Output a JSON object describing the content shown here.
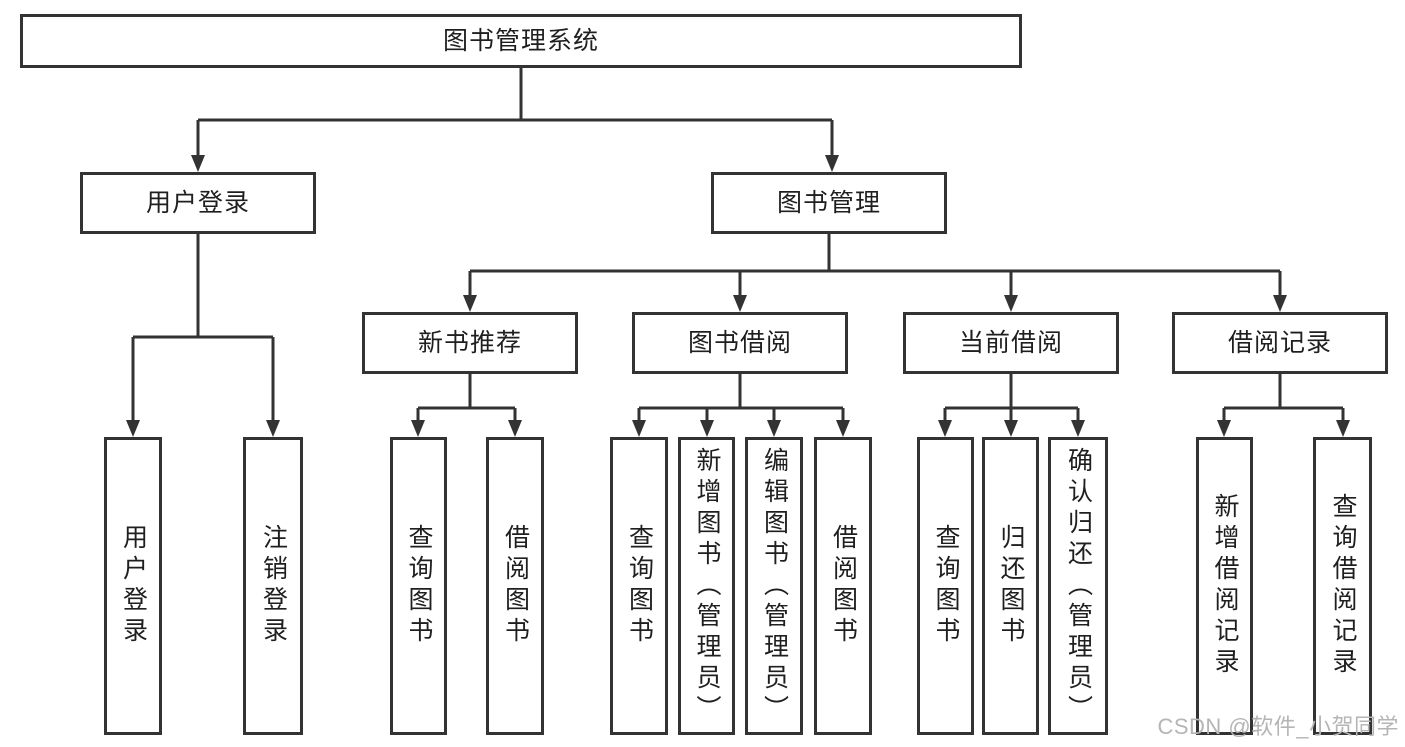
{
  "diagram": {
    "title": "图书管理系统",
    "branches": [
      {
        "label": "用户登录",
        "children": [
          {
            "label": "用户登录"
          },
          {
            "label": "注销登录"
          }
        ]
      },
      {
        "label": "图书管理",
        "children": [
          {
            "label": "新书推荐",
            "children": [
              {
                "label": "查询图书"
              },
              {
                "label": "借阅图书"
              }
            ]
          },
          {
            "label": "图书借阅",
            "children": [
              {
                "label": "查询图书"
              },
              {
                "label": "新增图书（管理员）"
              },
              {
                "label": "编辑图书（管理员）"
              },
              {
                "label": "借阅图书"
              }
            ]
          },
          {
            "label": "当前借阅",
            "children": [
              {
                "label": "查询图书"
              },
              {
                "label": "归还图书"
              },
              {
                "label": "确认归还（管理员）"
              }
            ]
          },
          {
            "label": "借阅记录",
            "children": [
              {
                "label": "新增借阅记录"
              },
              {
                "label": "查询借阅记录"
              }
            ]
          }
        ]
      }
    ]
  },
  "watermark": {
    "text": "CSDN @软件_小贺同学"
  },
  "colors": {
    "line": "#333333",
    "text": "#1f1f1f",
    "background": "#ffffff",
    "watermark": "#b5b5b5"
  }
}
